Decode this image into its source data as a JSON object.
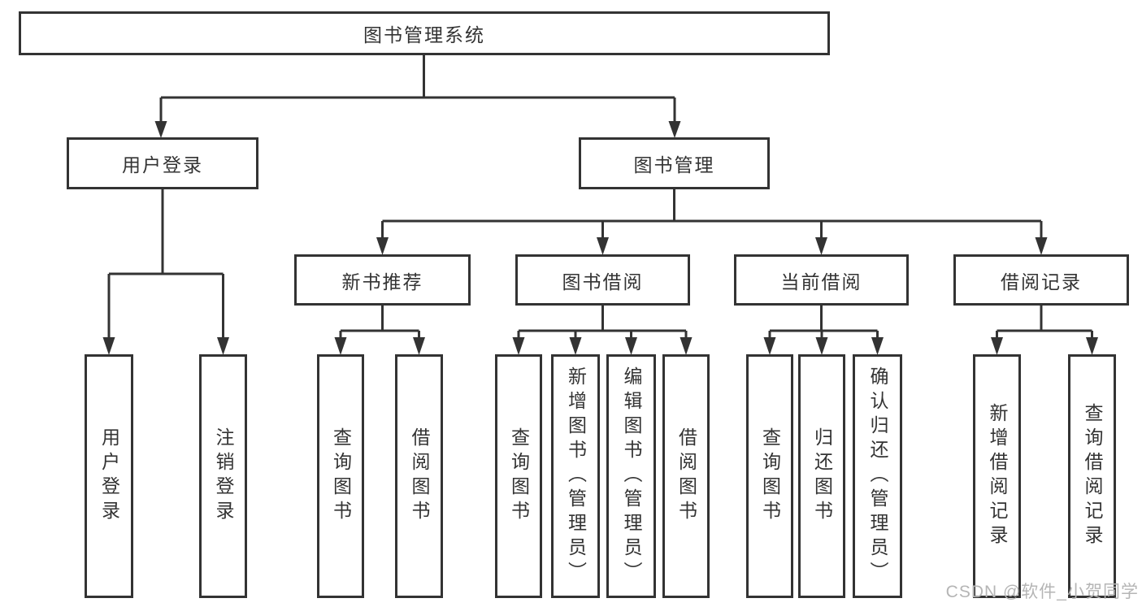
{
  "diagram": {
    "root": {
      "label": "图书管理系统"
    },
    "branches": [
      {
        "label": "用户登录",
        "children": [
          "用户登录",
          "注销登录"
        ]
      },
      {
        "label": "图书管理",
        "groups": [
          {
            "label": "新书推荐",
            "children": [
              "查询图书",
              "借阅图书"
            ]
          },
          {
            "label": "图书借阅",
            "children": [
              "查询图书",
              "新增图书（管理员）",
              "编辑图书（管理员）",
              "借阅图书"
            ]
          },
          {
            "label": "当前借阅",
            "children": [
              "查询图书",
              "归还图书",
              "确认归还（管理员）"
            ]
          },
          {
            "label": "借阅记录",
            "children": [
              "新增借阅记录",
              "查询借阅记录"
            ]
          }
        ]
      }
    ]
  },
  "watermark": {
    "text": "CSDN @软件_小贺同学"
  },
  "colors": {
    "line": "#333333",
    "text": "#333333",
    "watermark": "#b5b5b5",
    "background": "#ffffff"
  }
}
